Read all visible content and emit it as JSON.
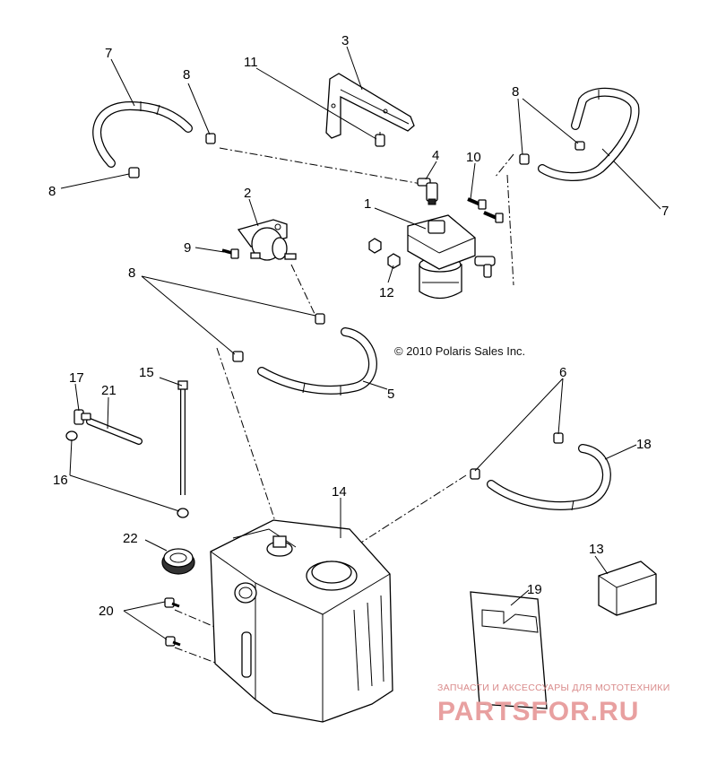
{
  "copyright": "© 2010 Polaris Sales Inc.",
  "callouts": {
    "c1": "1",
    "c2": "2",
    "c3": "3",
    "c4": "4",
    "c5": "5",
    "c6": "6",
    "c7a": "7",
    "c7b": "7",
    "c8a": "8",
    "c8b": "8",
    "c8c": "8",
    "c8d": "8",
    "c9": "9",
    "c10": "10",
    "c11": "11",
    "c12": "12",
    "c13": "13",
    "c14": "14",
    "c15": "15",
    "c16": "16",
    "c17": "17",
    "c18": "18",
    "c19": "19",
    "c20": "20",
    "c21": "21",
    "c22": "22"
  },
  "watermark": {
    "tagline": "ЗАПЧАСТИ И АКСЕССУАРЫ ДЛЯ МОТОТЕХНИКИ",
    "logo": "PARTSFOR.RU"
  }
}
